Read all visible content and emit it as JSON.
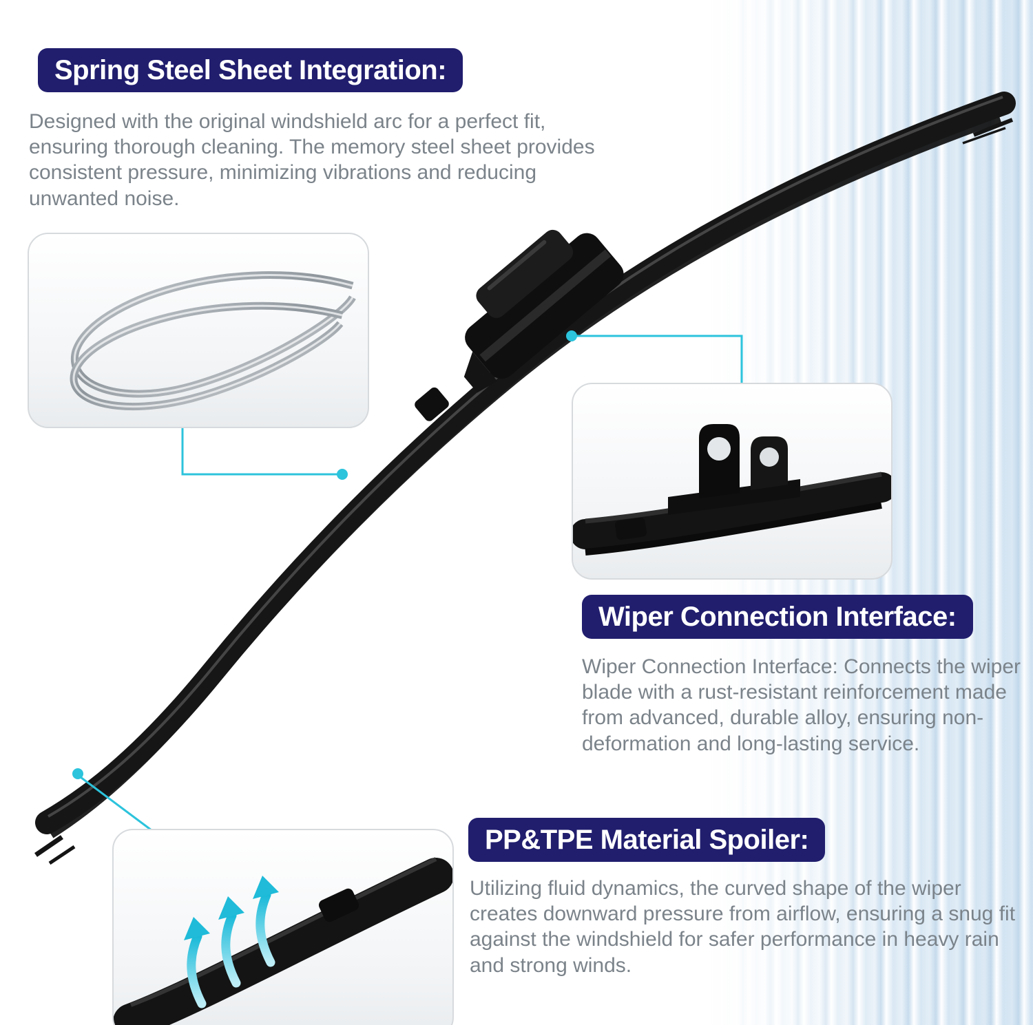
{
  "sections": {
    "spring_steel": {
      "heading": "Spring Steel Sheet Integration:",
      "body": "Designed with the original windshield arc for a perfect fit, ensuring thorough cleaning. The memory steel sheet provides consistent pressure, minimizing vibrations and reducing unwanted noise."
    },
    "connection": {
      "heading": "Wiper Connection Interface:",
      "body": "Wiper Connection Interface: Connects the wiper blade with a rust-resistant reinforcement made from advanced, durable alloy, ensuring non-deformation and long-lasting service."
    },
    "spoiler": {
      "heading": "PP&TPE Material Spoiler:",
      "body": "Utilizing fluid dynamics, the curved shape of the wiper creates downward pressure from airflow, ensuring a snug fit against the windshield for safer performance in heavy rain and strong winds."
    }
  },
  "colors": {
    "heading_bg": "#211e6e",
    "heading_text": "#ffffff",
    "body_text": "#7b838a",
    "accent_cyan": "#2cc3dc",
    "blade_black": "#161616"
  },
  "icons": {
    "steel_sheet_inset": "spring-steel-strips-photo",
    "connector_inset": "wiper-connection-bracket-photo",
    "spoiler_inset": "spoiler-cross-section-with-airflow-arrows"
  }
}
